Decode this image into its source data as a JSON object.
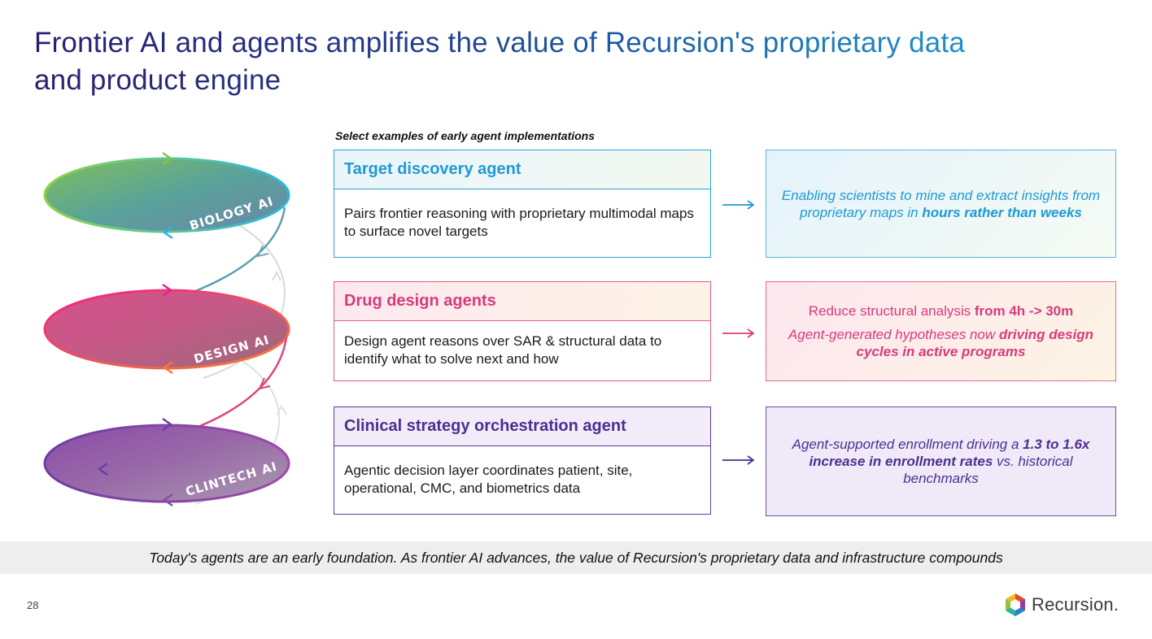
{
  "title_line1_a": "Frontier AI and agents amplifies the value of Recursion's proprietary data",
  "title_line2": "and product engine",
  "subtitle": "Select examples of early agent implementations",
  "spiral": {
    "rings": [
      {
        "label": "BIOLOGY AI",
        "color_a": "#8bd34a",
        "color_b": "#2ab3e0"
      },
      {
        "label": "DESIGN AI",
        "color_a": "#e8218c",
        "color_b": "#f47a30"
      },
      {
        "label": "CLINTECH AI",
        "color_a": "#6b3fa0",
        "color_b": "#b04aa8"
      }
    ]
  },
  "agents": [
    {
      "title": "Target discovery agent",
      "description": "Pairs frontier reasoning with proprietary multimodal maps to surface novel targets",
      "color": "#1e9ad6"
    },
    {
      "title": "Drug design agents",
      "description": "Design agent reasons over SAR & structural data to identify what to solve next and how",
      "color": "#d93a7c"
    },
    {
      "title": "Clinical strategy orchestration agent",
      "description": "Agentic decision layer coordinates patient, site, operational, CMC, and biometrics data",
      "color": "#4c2f93"
    }
  ],
  "results": {
    "r1_text": "Enabling scientists to mine and extract insights from proprietary maps in ",
    "r1_bold": "hours rather than weeks",
    "r2_line1_text": "Reduce structural analysis ",
    "r2_line1_bold": "from 4h -> 30m",
    "r2_line2_text": "Agent-generated hypotheses now ",
    "r2_line2_bold": "driving design cycles in active programs",
    "r3_text_a": "Agent-supported enrollment driving a ",
    "r3_bold": "1.3 to 1.6x increase in enrollment rates",
    "r3_text_b": " vs. historical benchmarks"
  },
  "footer": "Today's agents are an early foundation. As frontier AI advances, the value of Recursion's proprietary data and infrastructure compounds",
  "page_number": "28",
  "brand": "Recursion."
}
